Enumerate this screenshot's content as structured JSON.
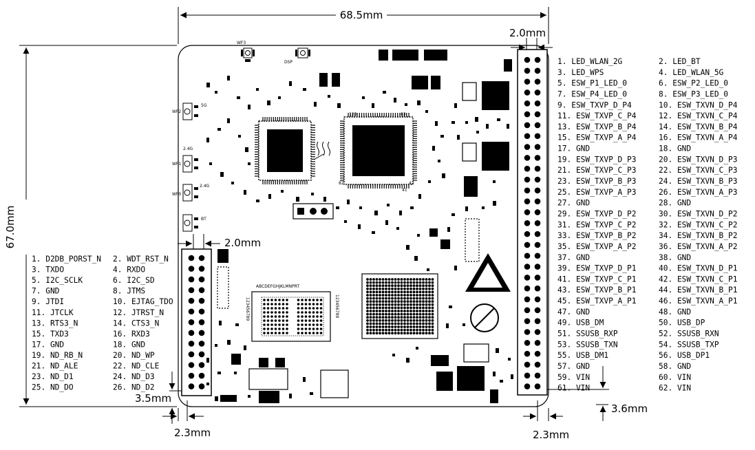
{
  "dimensions": {
    "width": "68.5mm",
    "height": "67.0mm",
    "right_pitch": "2.0mm",
    "left_pitch": "2.0mm",
    "left_bottom_margin": "3.5mm",
    "right_bottom_margin": "3.6mm",
    "left_edge_offset": "2.3mm",
    "right_edge_offset": "2.3mm"
  },
  "right_header_pins": [
    [
      "1. LED_WLAN_2G",
      "2. LED_BT"
    ],
    [
      "3. LED_WPS",
      "4. LED_WLAN_5G"
    ],
    [
      "5. ESW_P1_LED_0",
      "6. ESW_P2_LED_0"
    ],
    [
      "7. ESW_P4_LED_0",
      "8. ESW_P3_LED_0"
    ],
    [
      "9. ESW_TXVP_D_P4",
      "10. ESW_TXVN_D_P4"
    ],
    [
      "11. ESW_TXVP_C_P4",
      "12. ESW_TXVN_C_P4"
    ],
    [
      "13. ESW_TXVP_B_P4",
      "14. ESW_TXVN_B_P4"
    ],
    [
      "15. ESW_TXVP_A_P4",
      "16. ESW_TXVN_A_P4"
    ],
    [
      "17. GND",
      "18. GND"
    ],
    [
      "19. ESW_TXVP_D_P3",
      "20. ESW_TXVN_D_P3"
    ],
    [
      "21. ESW_TXVP_C_P3",
      "22. ESW_TXVN_C_P3"
    ],
    [
      "23. ESW_TXVP_B_P3",
      "24. ESW_TXVN_B_P3"
    ],
    [
      "25. ESW_TXVP_A_P3",
      "26. ESW_TXVN_A_P3"
    ],
    [
      "27. GND",
      "28. GND"
    ],
    [
      "29. ESW_TXVP_D_P2",
      "30. ESW_TXVN_D_P2"
    ],
    [
      "31. ESW_TXVP_C_P2",
      "32. ESW_TXVN_C_P2"
    ],
    [
      "33. ESW_TXVP_B_P2",
      "34. ESW_TXVN_B_P2"
    ],
    [
      "35. ESW_TXVP_A_P2",
      "36. ESW_TXVN_A_P2"
    ],
    [
      "37. GND",
      "38. GND"
    ],
    [
      "39. ESW_TXVP_D_P1",
      "40. ESW_TXVN_D_P1"
    ],
    [
      "41. ESW_TXVP_C_P1",
      "42. ESW_TXVN_C_P1"
    ],
    [
      "43. ESW_TXVP_B_P1",
      "44. ESW_TXVN_B_P1"
    ],
    [
      "45. ESW_TXVP_A_P1",
      "46. ESW_TXVN_A_P1"
    ],
    [
      "47. GND",
      "48. GND"
    ],
    [
      "49. USB_DM",
      "50. USB_DP"
    ],
    [
      "51. SSUSB_RXP",
      "52. SSUSB_RXN"
    ],
    [
      "53. SSUSB_TXN",
      "54. SSUSB_TXP"
    ],
    [
      "55. USB_DM1",
      "56. USB_DP1"
    ],
    [
      "57. GND",
      "58. GND"
    ],
    [
      "59. VIN",
      "60. VIN"
    ],
    [
      "61. VIN",
      "62. VIN"
    ]
  ],
  "left_header_pins": [
    [
      "1. D2DB_PORST_N",
      "2. WDT_RST_N"
    ],
    [
      "3. TXDO",
      "4. RXDO"
    ],
    [
      "5. I2C_SCLK",
      "6. I2C_SD"
    ],
    [
      "7. GND",
      "8. JTMS"
    ],
    [
      "9. JTDI",
      "10. EJTAG_TDO"
    ],
    [
      "11. JTCLK",
      "12. JTRST_N"
    ],
    [
      "13. RTS3_N",
      "14. CTS3_N"
    ],
    [
      "15. TXD3",
      "16. RXD3"
    ],
    [
      "17. GND",
      "18. GND"
    ],
    [
      "19. ND_RB_N",
      "20. ND_WP"
    ],
    [
      "21. ND_ALE",
      "22. ND_CLE"
    ],
    [
      "23. ND_D1",
      "24. ND_D3"
    ],
    [
      "25. ND_DO",
      "26. ND_D2"
    ]
  ],
  "silkscreen": {
    "wf3": "WF3",
    "dsp": "DSP",
    "wf2": "WF2",
    "label_5g": "5G",
    "label_24g_a": "2.4G",
    "label_24g_b": "2.4G",
    "wf1": "WF1",
    "wf0": "WF0",
    "bt": "BT",
    "mem_digits_left": "123456789",
    "mem_digits_right": "123456789",
    "mem_letters_top": "ABCDEFGHJKLMNPRT",
    "qfp_123": "123",
    "qfp_83": "83",
    "qfp_41": "41",
    "qfp_42": "42",
    "qfp_82": "82"
  }
}
